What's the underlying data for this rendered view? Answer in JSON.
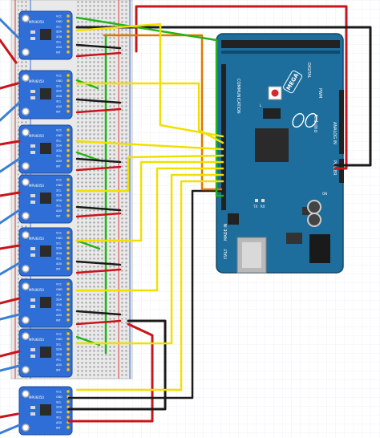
{
  "arduino": {
    "mega_logo": "MEGA",
    "brand": "Arduino",
    "made_in": "MADE IN",
    "country": "ITALY",
    "header_digital": "DIGITAL",
    "header_communication": "COMMUNICATION",
    "header_pwm": "PWM",
    "header_analog": "ANALOG IN",
    "header_power": "POWER",
    "tx": "TX",
    "rx": "RX",
    "l": "L",
    "on": "ON"
  },
  "sensor": {
    "pin_labels": [
      "VCC",
      "GND",
      "SCL",
      "SDA",
      "XDA",
      "XCL",
      "AD0",
      "INT"
    ],
    "module_name": "MPU6050",
    "module_count": 8
  },
  "colors": {
    "wire_red": "#c8141a",
    "wire_black": "#1a1a1a",
    "wire_yellow": "#f0e000",
    "wire_green": "#22b419",
    "wire_blue": "#3a7fd5",
    "wire_orange": "#e07800",
    "board_blue": "#1d6e9c",
    "module_blue": "#2f6ed6"
  }
}
